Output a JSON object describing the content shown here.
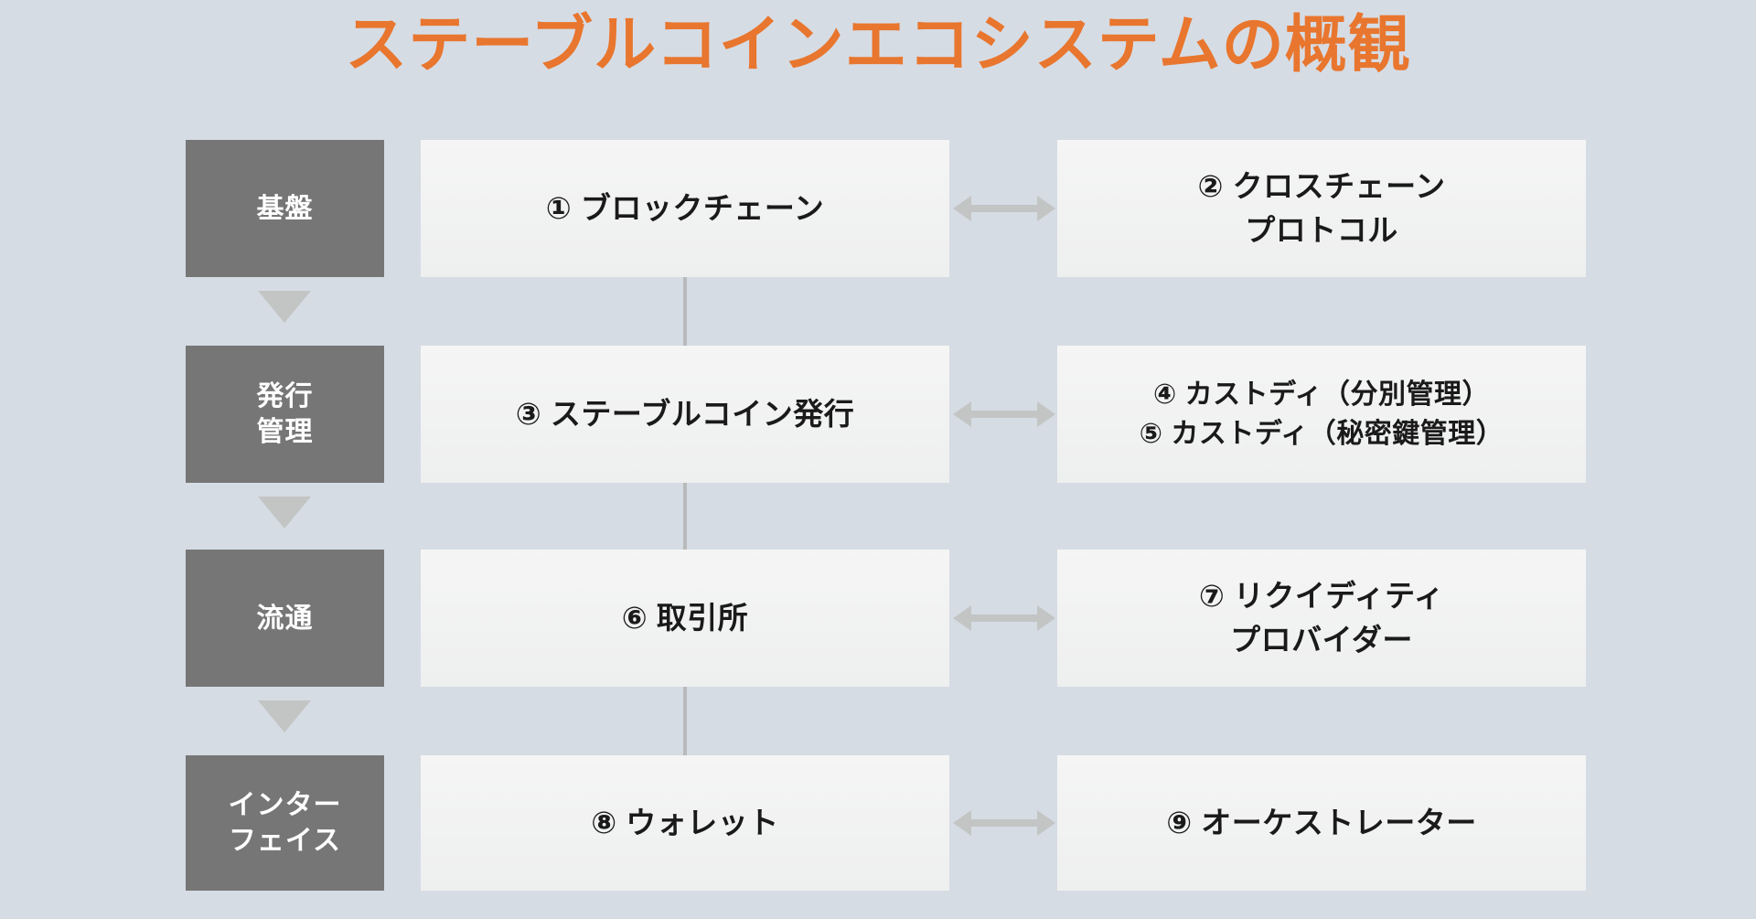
{
  "title": "ステーブルコインエコシステムの概観",
  "colors": {
    "background": "#d6dce4",
    "title_accent": "#e8762e",
    "stage_box": "#767676",
    "stage_text": "#ffffff",
    "component_box": "#f2f2f2",
    "component_text": "#1a1a1a",
    "arrow": "#c3c5c5",
    "connector_line": "#b8babb"
  },
  "stages": [
    {
      "label": "基盤"
    },
    {
      "label": "発行\n管理"
    },
    {
      "label": "流通"
    },
    {
      "label": "インター\nフェイス"
    }
  ],
  "rows": [
    {
      "center": {
        "number": "①",
        "label": "① ブロックチェーン"
      },
      "right": {
        "number": "②",
        "label": "② クロスチェーン\nプロトコル"
      },
      "link": "bidirectional"
    },
    {
      "center": {
        "number": "③",
        "label": "③ ステーブルコイン発行"
      },
      "right": {
        "number": "④⑤",
        "label": "④ カストディ（分別管理）\n⑤ カストディ（秘密鍵管理）"
      },
      "link": "bidirectional"
    },
    {
      "center": {
        "number": "⑥",
        "label": "⑥ 取引所"
      },
      "right": {
        "number": "⑦",
        "label": "⑦ リクイディティ\nプロバイダー"
      },
      "link": "bidirectional"
    },
    {
      "center": {
        "number": "⑧",
        "label": "⑧ ウォレット"
      },
      "right": {
        "number": "⑨",
        "label": "⑨ オーケストレーター"
      },
      "link": "bidirectional"
    }
  ],
  "flow": {
    "stage_arrow_direction": "down",
    "stage_arrow_count": 3,
    "center_connector_count": 3
  }
}
